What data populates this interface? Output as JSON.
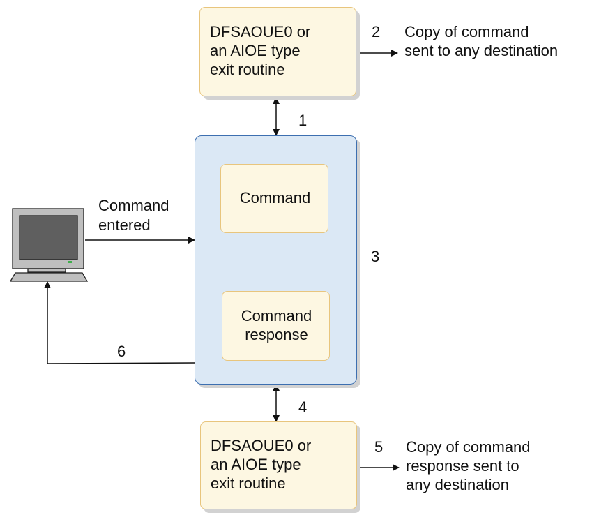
{
  "exit_top": {
    "lines": [
      "DFSAOUE0 or",
      "an AIOE type",
      "exit routine"
    ],
    "step": "2",
    "note": [
      "Copy of command",
      "sent to any destination"
    ]
  },
  "arrow_top_label": "1",
  "main": {
    "command": "Command",
    "response": [
      "Command",
      "response"
    ],
    "step": "3"
  },
  "terminal": {
    "entered": [
      "Command",
      "entered"
    ],
    "return_label": "6"
  },
  "arrow_bottom_label": "4",
  "exit_bottom": {
    "lines": [
      "DFSAOUE0 or",
      "an AIOE type",
      "exit routine"
    ],
    "step": "5",
    "note": [
      "Copy of command",
      "response sent to",
      "any destination"
    ]
  }
}
